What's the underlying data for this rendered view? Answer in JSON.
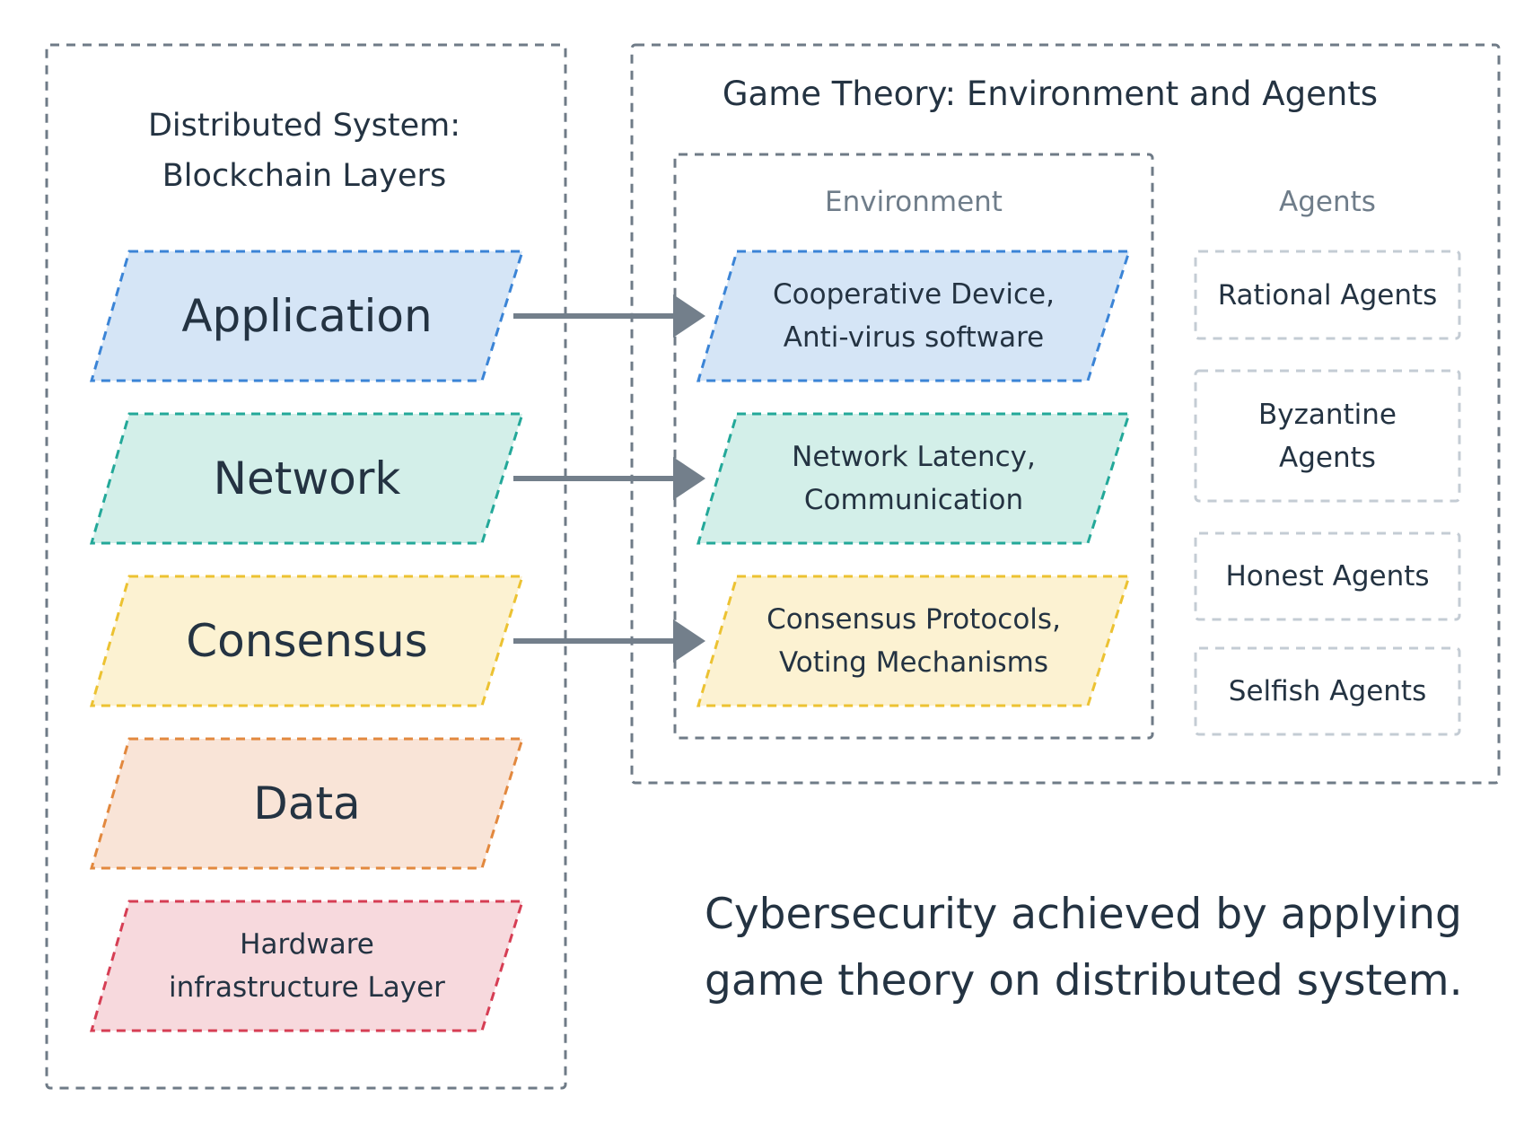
{
  "left_panel": {
    "title_line1": "Distributed System:",
    "title_line2": "Blockchain Layers",
    "layers": [
      {
        "id": "application",
        "line1": "Application",
        "line2": "",
        "fill": "#d5e5f6",
        "stroke": "#3b84d6"
      },
      {
        "id": "network",
        "line1": "Network",
        "line2": "",
        "fill": "#d3efe9",
        "stroke": "#23a899"
      },
      {
        "id": "consensus",
        "line1": "Consensus",
        "line2": "",
        "fill": "#fcf2d2",
        "stroke": "#ecc232"
      },
      {
        "id": "data",
        "line1": "Data",
        "line2": "",
        "fill": "#f9e4d7",
        "stroke": "#e2883e"
      },
      {
        "id": "hardware",
        "line1": "Hardware",
        "line2": "infrastructure Layer",
        "fill": "#f7d9dd",
        "stroke": "#d63e54"
      }
    ]
  },
  "right_panel": {
    "title": "Game Theory: Environment and Agents",
    "environment": {
      "title": "Environment",
      "items": [
        {
          "line1": "Cooperative Device,",
          "line2": "Anti-virus software",
          "fill": "#d5e5f6",
          "stroke": "#3b84d6"
        },
        {
          "line1": "Network Latency,",
          "line2": "Communication",
          "fill": "#d3efe9",
          "stroke": "#23a899"
        },
        {
          "line1": "Consensus Protocols,",
          "line2": "Voting Mechanisms",
          "fill": "#fcf2d2",
          "stroke": "#ecc232"
        }
      ]
    },
    "agents": {
      "title": "Agents",
      "items": [
        {
          "line1": "Rational Agents",
          "line2": ""
        },
        {
          "line1": "Byzantine",
          "line2": "Agents"
        },
        {
          "line1": "Honest Agents",
          "line2": ""
        },
        {
          "line1": "Selfish Agents",
          "line2": ""
        }
      ]
    }
  },
  "caption": {
    "line1": "Cybersecurity achieved by applying",
    "line2": "game theory on distributed system."
  },
  "colors": {
    "panel_border": "#6f7b87",
    "agent_border": "#c4ccd4",
    "arrow": "#737f8b",
    "text": "#243342"
  }
}
